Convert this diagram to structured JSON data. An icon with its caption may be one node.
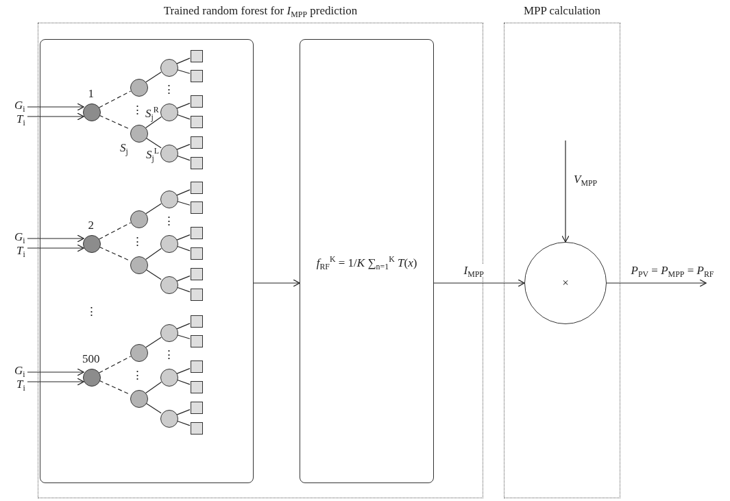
{
  "diagram": {
    "nodes": [
      {
        "text": [
          "Trained random forest for *I*$_{MPP}$ prediction"
        ]
      },
      {
        "text": [],
        "shape": "box",
        "in": 0
      },
      {
        "text": [],
        "shape": "circle",
        "in": 1,
        "beside": [
          "1"
        ]
      },
      {
        "text": [],
        "shape": "circle",
        "in": 1
      },
      {
        "text": [],
        "shape": "circle",
        "in": 1,
        "beside": [
          "*S*$_{j}$"
        ]
      },
      {
        "text": [],
        "shape": "circle",
        "in": 1
      },
      {
        "text": [],
        "shape": "circle",
        "in": 1,
        "beside": [
          "*S*$_{j}$$^{R}$"
        ]
      },
      {
        "text": [],
        "shape": "circle",
        "in": 1,
        "beside": [
          "*S*$_{j}$$^{L}$"
        ]
      },
      {
        "text": [],
        "shape": "box",
        "in": 1
      },
      {
        "text": [],
        "shape": "box",
        "in": 1
      },
      {
        "text": [],
        "shape": "box",
        "in": 1
      },
      {
        "text": [],
        "shape": "box",
        "in": 1
      },
      {
        "text": [],
        "shape": "box",
        "in": 1
      },
      {
        "text": [],
        "shape": "box",
        "in": 1
      },
      {
        "text": [],
        "shape": "circle",
        "in": 1,
        "beside": [
          "2"
        ]
      },
      {
        "text": [],
        "shape": "circle",
        "in": 1
      },
      {
        "text": [],
        "shape": "circle",
        "in": 1
      },
      {
        "text": [],
        "shape": "circle",
        "in": 1
      },
      {
        "text": [],
        "shape": "circle",
        "in": 1
      },
      {
        "text": [],
        "shape": "circle",
        "in": 1
      },
      {
        "text": [],
        "shape": "box",
        "in": 1
      },
      {
        "text": [],
        "shape": "box",
        "in": 1
      },
      {
        "text": [],
        "shape": "box",
        "in": 1
      },
      {
        "text": [],
        "shape": "box",
        "in": 1
      },
      {
        "text": [],
        "shape": "box",
        "in": 1
      },
      {
        "text": [],
        "shape": "box",
        "in": 1
      },
      {
        "text": [],
        "shape": "circle",
        "in": 1,
        "beside": [
          "500"
        ]
      },
      {
        "text": [],
        "shape": "circle",
        "in": 1
      },
      {
        "text": [],
        "shape": "circle",
        "in": 1
      },
      {
        "text": [],
        "shape": "circle",
        "in": 1
      },
      {
        "text": [],
        "shape": "circle",
        "in": 1
      },
      {
        "text": [],
        "shape": "circle",
        "in": 1
      },
      {
        "text": [],
        "shape": "box",
        "in": 1
      },
      {
        "text": [],
        "shape": "box",
        "in": 1
      },
      {
        "text": [],
        "shape": "box",
        "in": 1
      },
      {
        "text": [],
        "shape": "box",
        "in": 1
      },
      {
        "text": [],
        "shape": "box",
        "in": 1
      },
      {
        "text": [],
        "shape": "box",
        "in": 1
      },
      {
        "text": [
          "*f*$_{RF}$$^{K}$ = 1/*K* ∑$_{n=1}$$^{K}$ *T*(*x*)"
        ],
        "in": 0
      },
      {
        "text": [
          "MPP calculation"
        ]
      },
      {
        "text": [
          "×"
        ],
        "in": 39
      }
    ],
    "edges": [
      {
        "from": null,
        "to": 2,
        "arrow": "to",
        "label": "*G*$_{i}$"
      },
      {
        "from": null,
        "to": 2,
        "arrow": "to",
        "label": "*T*$_{i}$"
      },
      {
        "from": 2,
        "to": 3,
        "arrow": "none",
        "style": "dashed"
      },
      {
        "from": 2,
        "to": 4,
        "arrow": "none",
        "style": "dashed"
      },
      {
        "from": 3,
        "to": 5,
        "arrow": "none"
      },
      {
        "from": 4,
        "to": 6,
        "arrow": "none"
      },
      {
        "from": 4,
        "to": 7,
        "arrow": "none"
      },
      {
        "from": 5,
        "to": 8,
        "arrow": "none"
      },
      {
        "from": 5,
        "to": 9,
        "arrow": "none"
      },
      {
        "from": 6,
        "to": 10,
        "arrow": "none"
      },
      {
        "from": 6,
        "to": 11,
        "arrow": "none"
      },
      {
        "from": 7,
        "to": 12,
        "arrow": "none"
      },
      {
        "from": 7,
        "to": 13,
        "arrow": "none"
      },
      {
        "from": null,
        "to": 14,
        "arrow": "to",
        "label": "*G*$_{i}$"
      },
      {
        "from": null,
        "to": 14,
        "arrow": "to",
        "label": "*T*$_{i}$"
      },
      {
        "from": 14,
        "to": 15,
        "arrow": "none",
        "style": "dashed"
      },
      {
        "from": 14,
        "to": 16,
        "arrow": "none",
        "style": "dashed"
      },
      {
        "from": 15,
        "to": 17,
        "arrow": "none"
      },
      {
        "from": 16,
        "to": 18,
        "arrow": "none"
      },
      {
        "from": 16,
        "to": 19,
        "arrow": "none"
      },
      {
        "from": 17,
        "to": 20,
        "arrow": "none"
      },
      {
        "from": 17,
        "to": 21,
        "arrow": "none"
      },
      {
        "from": 18,
        "to": 22,
        "arrow": "none"
      },
      {
        "from": 18,
        "to": 23,
        "arrow": "none"
      },
      {
        "from": 19,
        "to": 24,
        "arrow": "none"
      },
      {
        "from": 19,
        "to": 25,
        "arrow": "none"
      },
      {
        "from": null,
        "to": 26,
        "arrow": "to",
        "label": "*G*$_{i}$"
      },
      {
        "from": null,
        "to": 26,
        "arrow": "to",
        "label": "*T*$_{i}$"
      },
      {
        "from": 26,
        "to": 27,
        "arrow": "none",
        "style": "dashed"
      },
      {
        "from": 26,
        "to": 28,
        "arrow": "none",
        "style": "dashed"
      },
      {
        "from": 27,
        "to": 29,
        "arrow": "none"
      },
      {
        "from": 28,
        "to": 30,
        "arrow": "none"
      },
      {
        "from": 28,
        "to": 31,
        "arrow": "none"
      },
      {
        "from": 29,
        "to": 32,
        "arrow": "none"
      },
      {
        "from": 29,
        "to": 33,
        "arrow": "none"
      },
      {
        "from": 30,
        "to": 34,
        "arrow": "none"
      },
      {
        "from": 30,
        "to": 35,
        "arrow": "none"
      },
      {
        "from": 31,
        "to": 36,
        "arrow": "none"
      },
      {
        "from": 31,
        "to": 37,
        "arrow": "none"
      },
      {
        "from": 1,
        "to": 38,
        "arrow": "to"
      },
      {
        "from": 38,
        "to": 40,
        "arrow": "to",
        "label": "*I*$_{MPP}$"
      },
      {
        "from": null,
        "to": 40,
        "arrow": "to",
        "label": "*V*$_{MPP}$"
      },
      {
        "from": 40,
        "to": null,
        "arrow": "to",
        "label": "*P*$_{PV}$ = *P*$_{MPP}$ = *P*$_{RF}$"
      }
    ],
    "labels": [
      "⋮",
      "⋮",
      "⋮",
      "⋮",
      "⋮",
      "⋮",
      "⋮"
    ]
  }
}
